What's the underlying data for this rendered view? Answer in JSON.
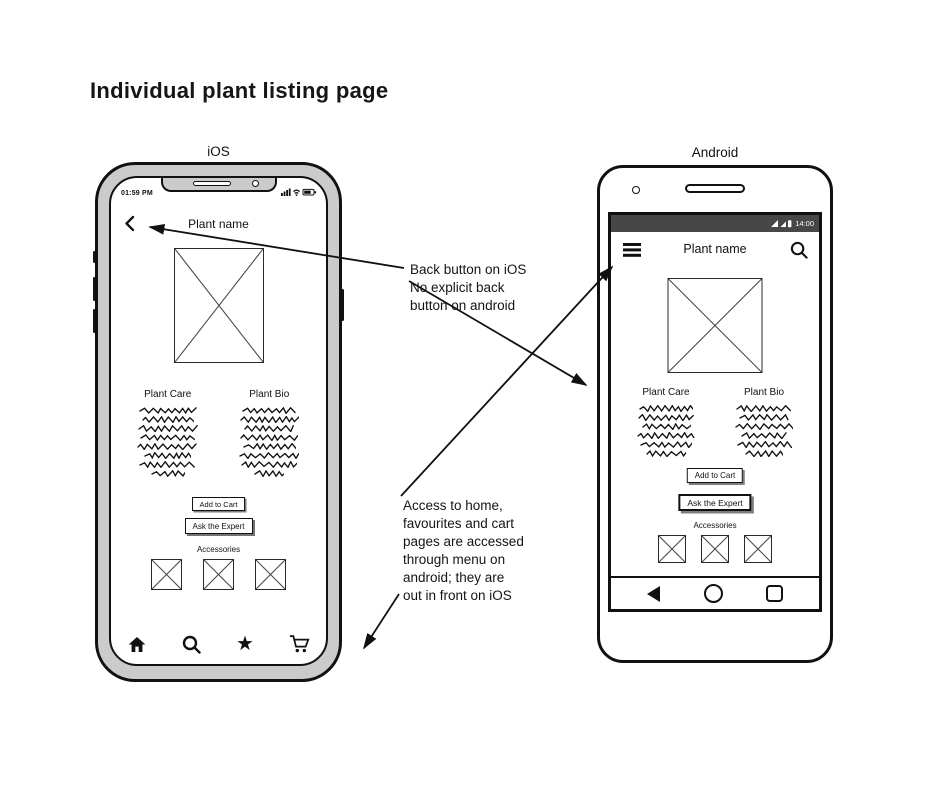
{
  "title": "Individual plant listing page",
  "colors": {
    "ink": "#111111",
    "paper": "#ffffff",
    "bezel": "#cbcbcb",
    "android_statusbar": "#474747"
  },
  "annotations": {
    "back_note": "Back button on iOS\nNo explicit back\nbutton on android",
    "menu_note": "Access to home,\nfavourites and cart\npages are accessed\nthrough menu on\nandroid; they are\nout in front on iOS"
  },
  "ios": {
    "device_label": "iOS",
    "status_time": "01:59 PM",
    "screen_title": "Plant name",
    "section_care": "Plant Care",
    "section_bio": "Plant Bio",
    "add_to_cart": "Add to Cart",
    "ask_expert": "Ask the Expert",
    "accessories": "Accessories"
  },
  "android": {
    "device_label": "Android",
    "status_time": "14:00",
    "screen_title": "Plant name",
    "section_care": "Plant Care",
    "section_bio": "Plant Bio",
    "add_to_cart": "Add to Cart",
    "ask_expert": "Ask the Expert",
    "accessories": "Accessories"
  }
}
